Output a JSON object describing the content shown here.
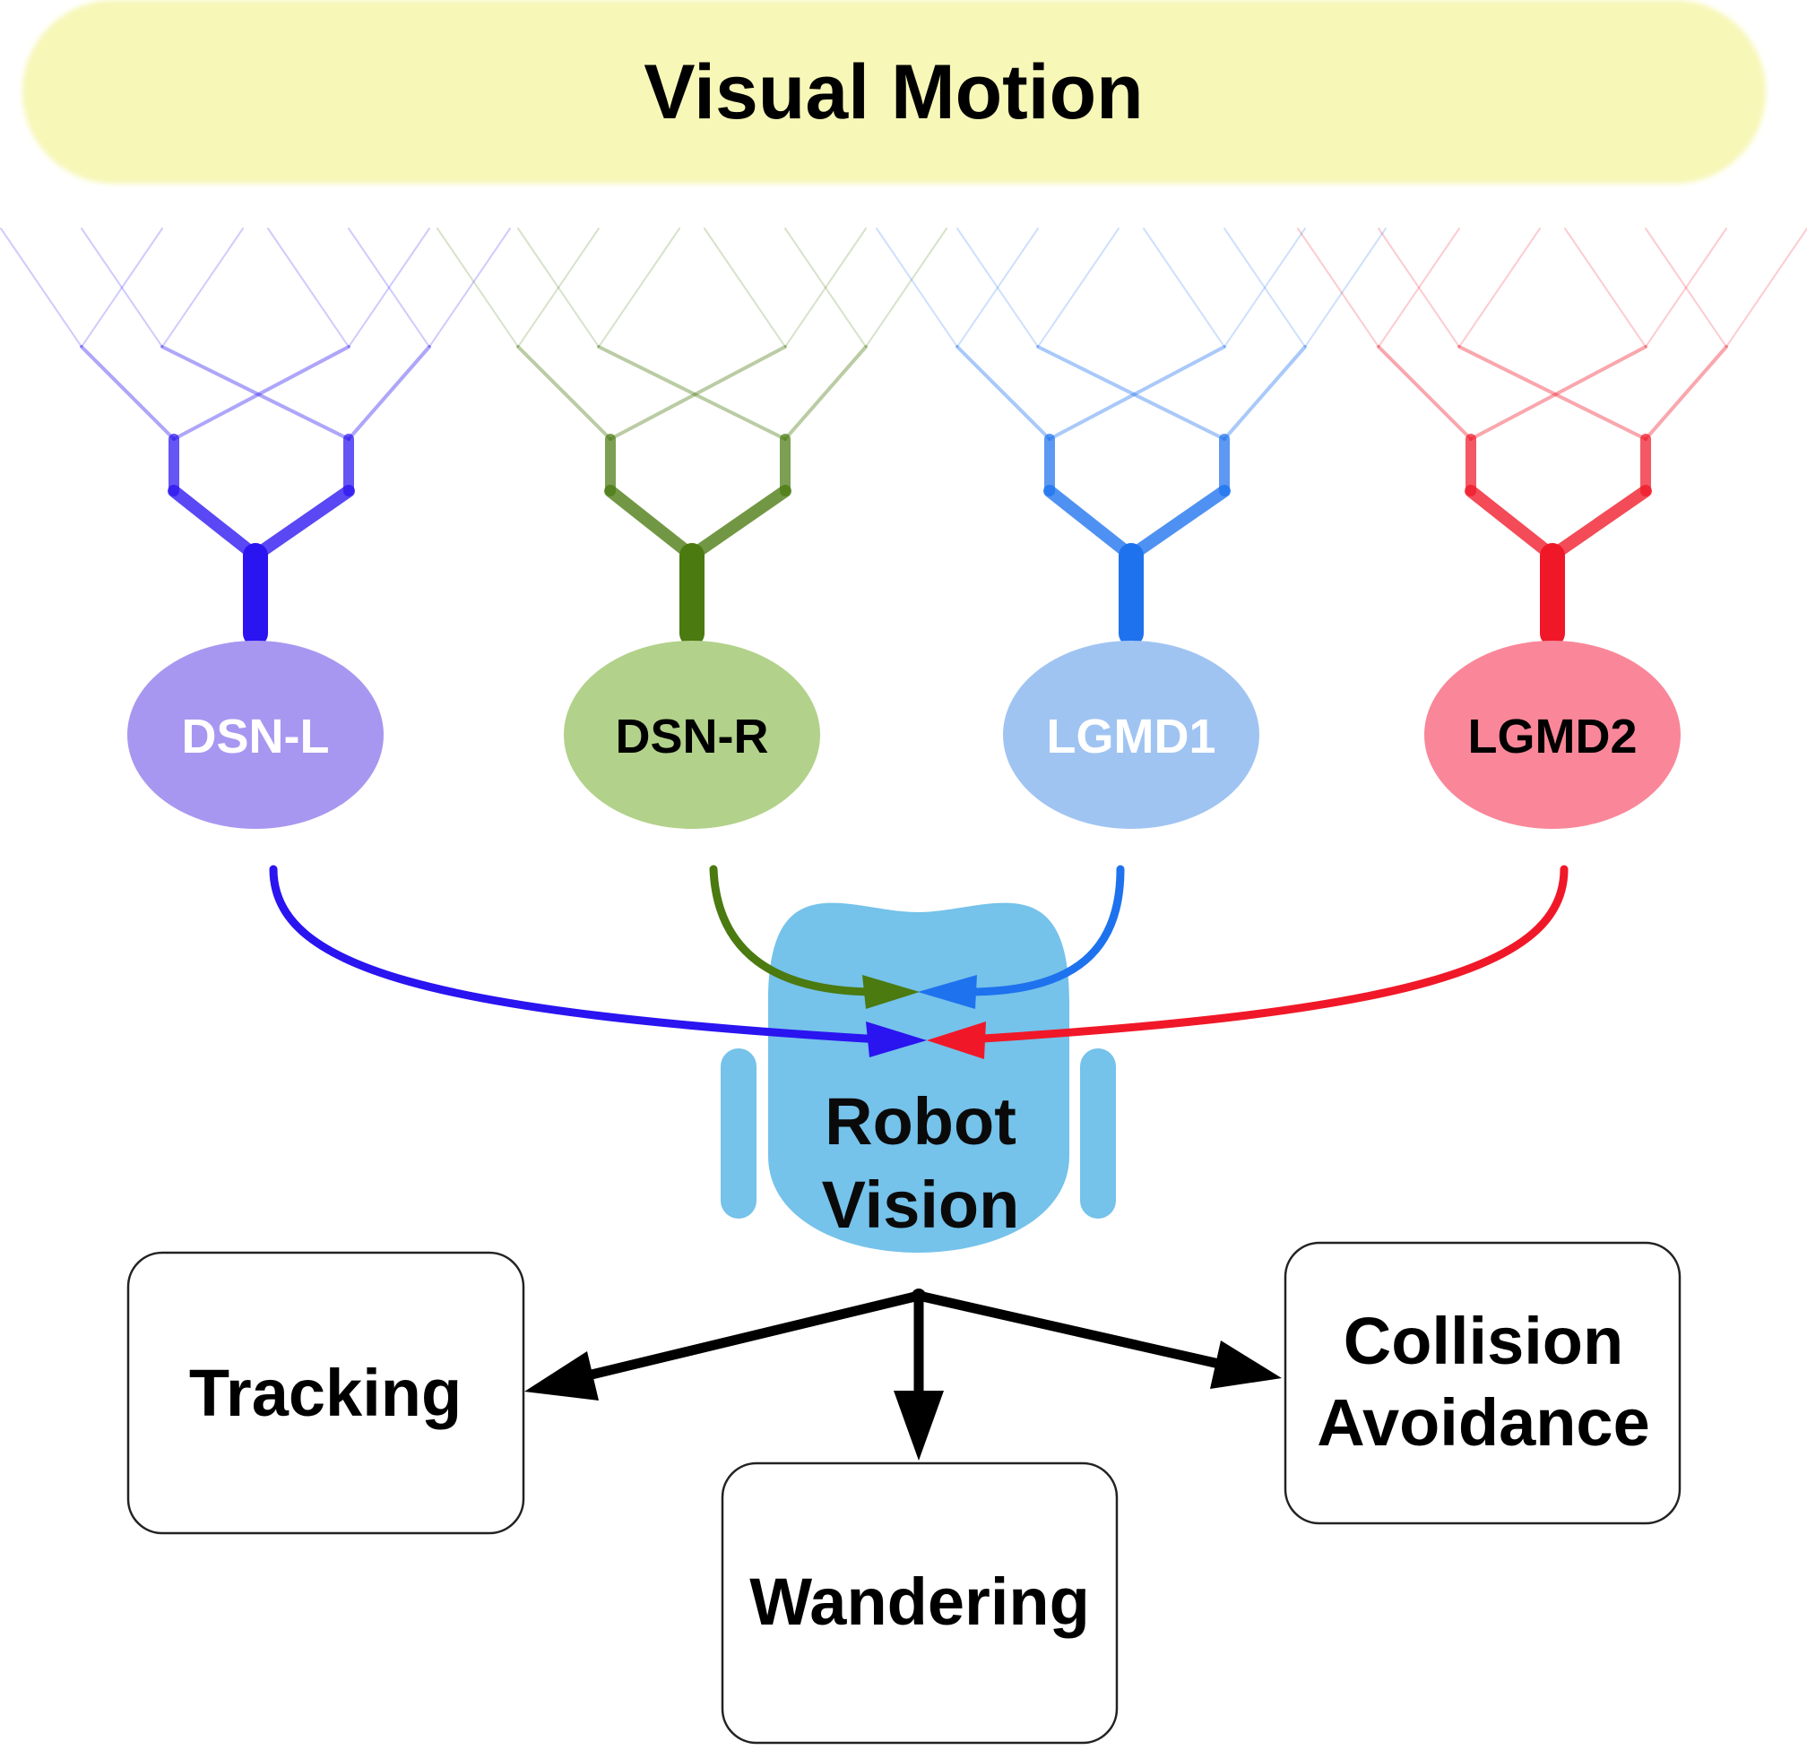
{
  "header": {
    "title": "Visual Motion"
  },
  "neurons": [
    {
      "label": "DSN-L",
      "fill": "#a897f0",
      "line": "#2a14f0",
      "text_color": "#ffffff"
    },
    {
      "label": "DSN-R",
      "fill": "#b2d18a",
      "line": "#4a7a10",
      "text_color": "#000000"
    },
    {
      "label": "LGMD1",
      "fill": "#a0c4f2",
      "line": "#1e72ee",
      "text_color": "#ffffff"
    },
    {
      "label": "LGMD2",
      "fill": "#f98799",
      "line": "#f01828",
      "text_color": "#000000"
    }
  ],
  "robot": {
    "line1": "Robot",
    "line2": "Vision",
    "fill": "#75c2ea"
  },
  "behaviors": [
    {
      "line1": "Tracking",
      "line2": ""
    },
    {
      "line1": "Wandering",
      "line2": ""
    },
    {
      "line1": "Collision",
      "line2": "Avoidance"
    }
  ],
  "colors": {
    "banner": "#f7f7b8",
    "arrows": "#000000"
  }
}
